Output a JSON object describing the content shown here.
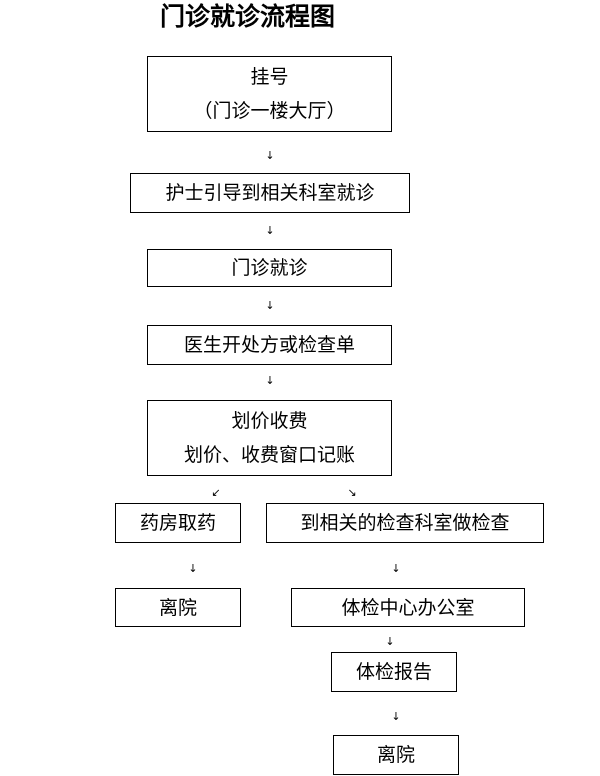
{
  "title": "门诊就诊流程图",
  "steps": {
    "register": {
      "line1": "挂号",
      "line2": "（门诊一楼大厅）"
    },
    "nurse_guide": "护士引导到相关科室就诊",
    "outpatient_visit": "门诊就诊",
    "prescription": "医生开处方或检查单",
    "billing": {
      "line1": "划价收费",
      "line2": "划价、收费窗口记账"
    },
    "pharmacy": "药房取药",
    "leave_left": "离院",
    "exam_dept": "到相关的检查科室做检查",
    "exam_center": "体检中心办公室",
    "exam_report": "体检报告",
    "leave_right": "离院"
  },
  "arrows": {
    "down": "↓",
    "down_left": "↙",
    "down_right": "↘"
  }
}
